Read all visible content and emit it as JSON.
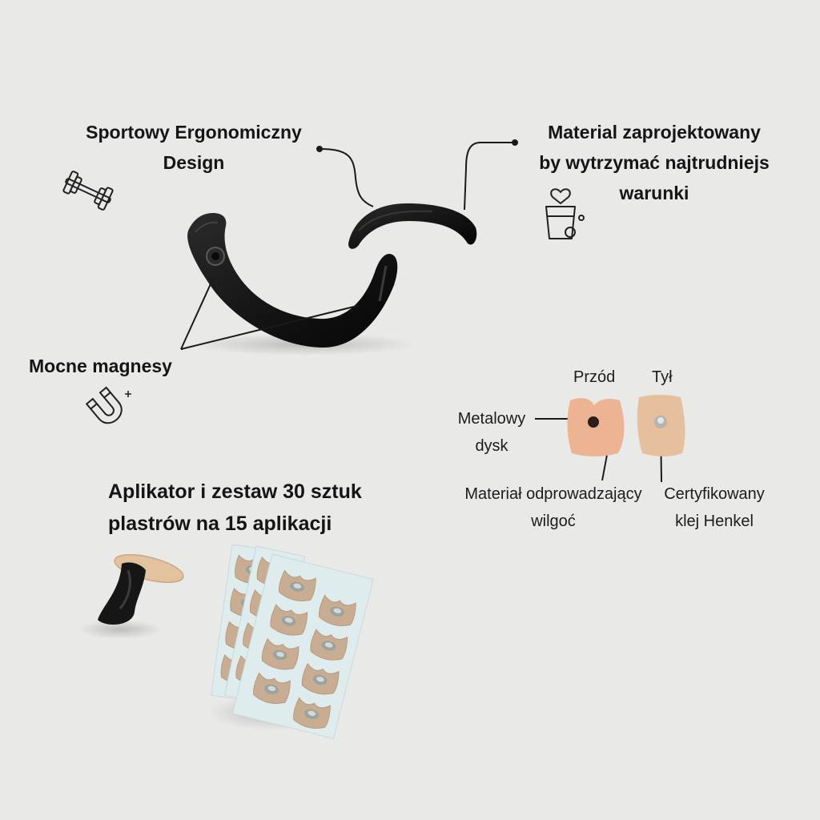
{
  "features": {
    "design_line1": "Sportowy Ergonomiczny",
    "design_line2": "Design",
    "material_line1": "Material zaprojektowany",
    "material_line2": "by wytrzymać najtrudniejs",
    "material_line3": "warunki",
    "magnets": "Mocne magnesy",
    "kit_line1": "Aplikator i zestaw 30 sztuk",
    "kit_line2": "plastrów na 15 aplikacji"
  },
  "patch_diagram": {
    "front": "Przód",
    "back": "Tył",
    "metal_line1": "Metalowy",
    "metal_line2": "dysk",
    "wicking_line1": "Materiał odprowadzający",
    "wicking_line2": "wilgoć",
    "adhesive_line1": "Certyfikowany",
    "adhesive_line2": "klej Henkel"
  },
  "icons": [
    "dumbbell-icon",
    "heart-cup-icon",
    "magnet-icon"
  ],
  "colors": {
    "background": "#e9e9e8",
    "product": "#141414",
    "patch_front": "#ecb493",
    "patch_back": "#e6bf9c",
    "tape_strip": "#dfecee"
  }
}
